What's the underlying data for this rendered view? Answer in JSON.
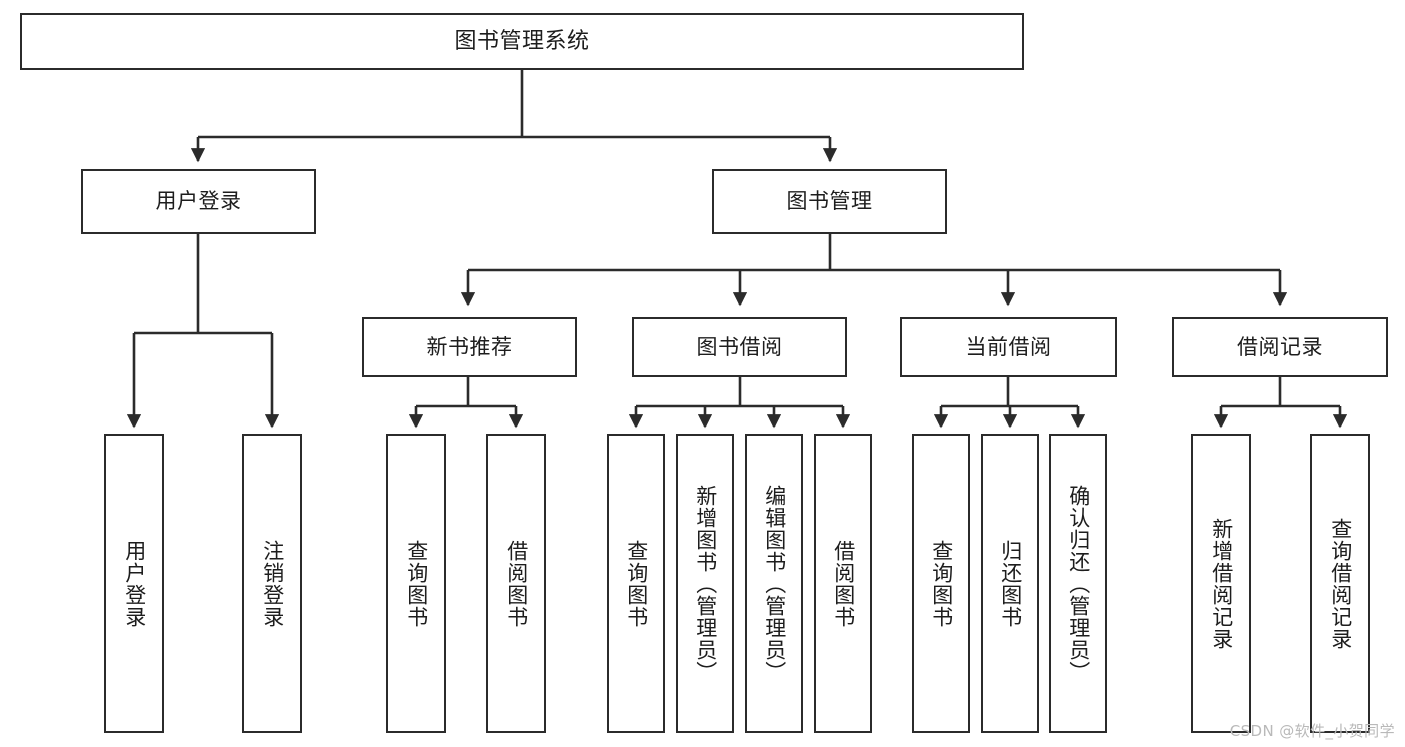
{
  "diagram": {
    "title": "图书管理系统",
    "type": "tree-hierarchy",
    "watermark": "CSDN @软件_小贺同学",
    "colors": {
      "box_border": "#2b2b2b",
      "box_fill": "#ffffff",
      "connector": "#2b2b2b",
      "text": "#1d1d1d",
      "watermark": "#b9b9b9",
      "background": "#ffffff"
    },
    "root": {
      "label": "图书管理系统"
    },
    "level2": [
      {
        "label": "用户登录"
      },
      {
        "label": "图书管理"
      }
    ],
    "level3": [
      {
        "label": "新书推荐"
      },
      {
        "label": "图书借阅"
      },
      {
        "label": "当前借阅"
      },
      {
        "label": "借阅记录"
      }
    ],
    "leaves": {
      "user_login": [
        {
          "label": "用户登录"
        },
        {
          "label": "注销登录"
        }
      ],
      "new_book": [
        {
          "label": "查询图书"
        },
        {
          "label": "借阅图书"
        }
      ],
      "book_borrow": [
        {
          "label": "查询图书"
        },
        {
          "label": "新增图书（管理员）"
        },
        {
          "label": "编辑图书（管理员）"
        },
        {
          "label": "借阅图书"
        }
      ],
      "current_borrow": [
        {
          "label": "查询图书"
        },
        {
          "label": "归还图书"
        },
        {
          "label": "确认归还（管理员）"
        }
      ],
      "borrow_record": [
        {
          "label": "新增借阅记录"
        },
        {
          "label": "查询借阅记录"
        }
      ]
    }
  }
}
